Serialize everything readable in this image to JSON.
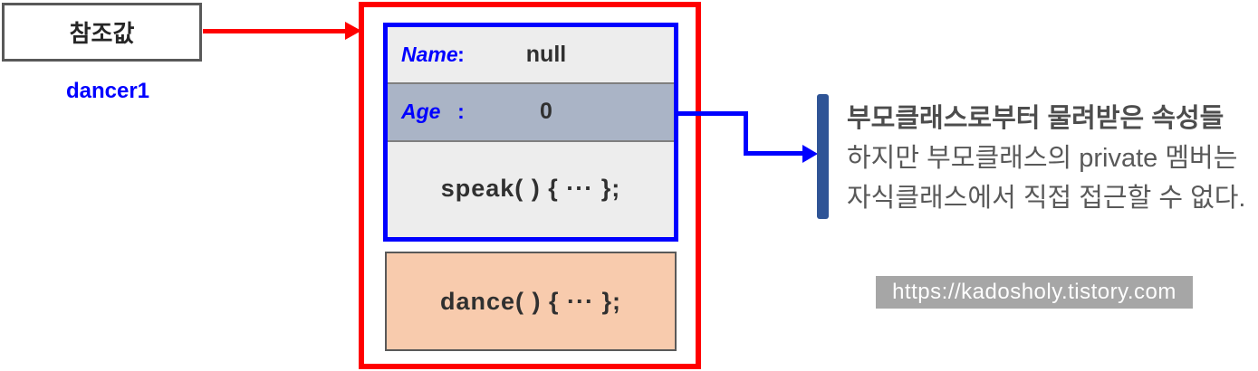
{
  "ref_box": {
    "label": "참조값"
  },
  "variable": {
    "name": "dancer1"
  },
  "object": {
    "members": [
      {
        "label": "Name",
        "colon": ":",
        "value": "null"
      },
      {
        "label": "Age",
        "colon": ":",
        "value": "0"
      }
    ],
    "inherited_method": "speak( ) { ··· };",
    "subclass_method": "dance( ) { ··· };"
  },
  "annotation": {
    "line1": "부모클래스로부터 물려받은 속성들",
    "line2": "하지만 부모클래스의 private 멤버는",
    "line3": "자식클래스에서 직접 접근할 수 없다."
  },
  "watermark": {
    "url": "https://kadosholy.tistory.com"
  },
  "colors": {
    "frame_red": "#ff0000",
    "member_blue": "#0000ff",
    "navy_bar": "#2f5496",
    "age_row_bg": "#aab4c6",
    "row_bg": "#ededed",
    "method_bg": "#f8cbad",
    "watermark_bg": "#a6a6a6",
    "annotation_text": "#595959"
  }
}
